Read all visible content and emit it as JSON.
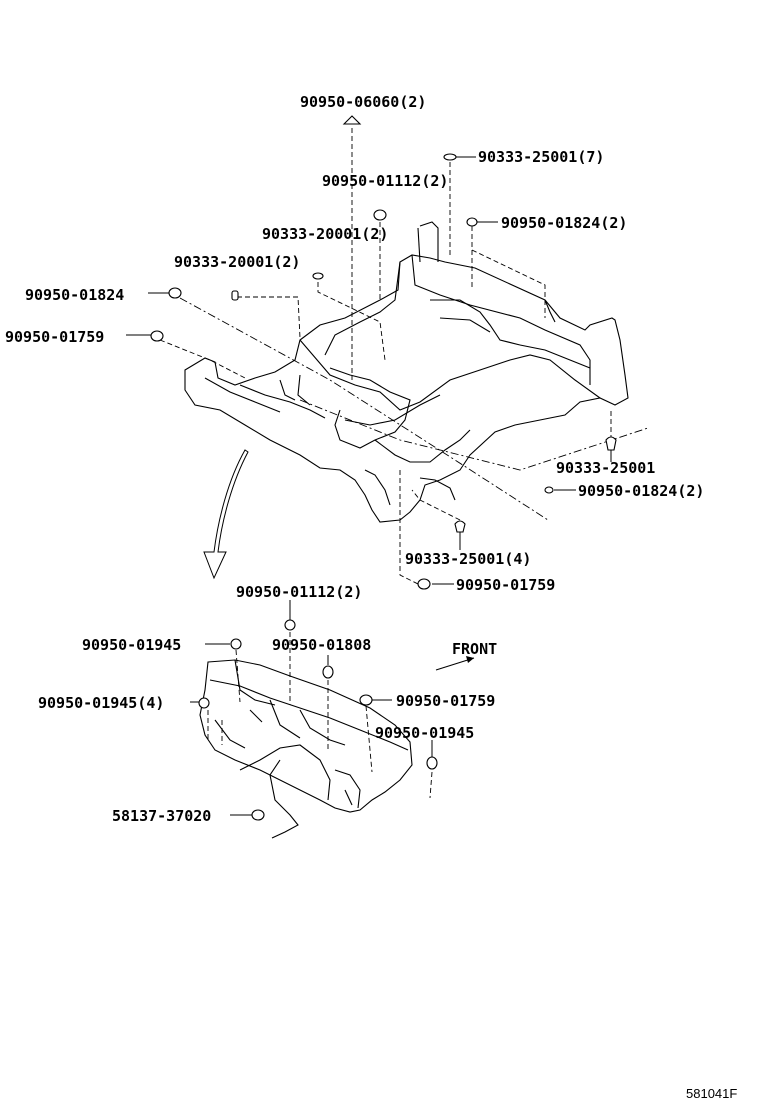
{
  "labels": {
    "p1": "90950-06060(2)",
    "p2": "90333-25001(7)",
    "p3": "90950-01112(2)",
    "p4": "90950-01824(2)",
    "p5": "90333-20001(2)",
    "p6": "90333-20001(2)",
    "p7": "90950-01824",
    "p8": "90950-01759",
    "p9": "90333-25001",
    "p10": "90950-01824(2)",
    "p11": "90333-25001(4)",
    "p12": "90950-01759",
    "p13": "90950-01112(2)",
    "p14": "90950-01945",
    "p15": "90950-01808",
    "p16": "90950-01945(4)",
    "p17": "90950-01759",
    "p18": "90950-01945",
    "p19": "58137-37020"
  },
  "front_label": "FRONT",
  "diagram_ref": "581041F"
}
